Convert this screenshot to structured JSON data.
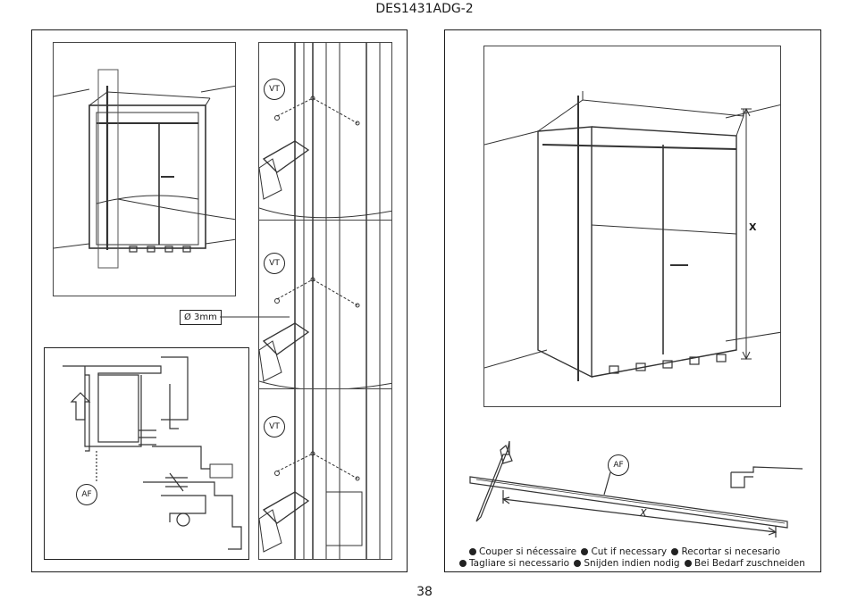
{
  "document": {
    "code": "DES1431ADG-2",
    "page_number": "38"
  },
  "left_panel": {
    "callouts": {
      "vt": "VT",
      "af": "AF"
    },
    "drill_diameter": "Ø 3mm"
  },
  "right_panel": {
    "dimension_x_label": "X",
    "callout_af": "AF",
    "profile_length_label": "X",
    "cut_instructions": [
      {
        "lang": "fr",
        "text": "Couper si nécessaire"
      },
      {
        "lang": "en",
        "text": "Cut if necessary"
      },
      {
        "lang": "es",
        "text": "Recortar si necesario"
      },
      {
        "lang": "it",
        "text": "Tagliare si necessario"
      },
      {
        "lang": "nl",
        "text": "Snijden indien nodig"
      },
      {
        "lang": "de",
        "text": "Bei Bedarf zuschneiden"
      }
    ]
  }
}
